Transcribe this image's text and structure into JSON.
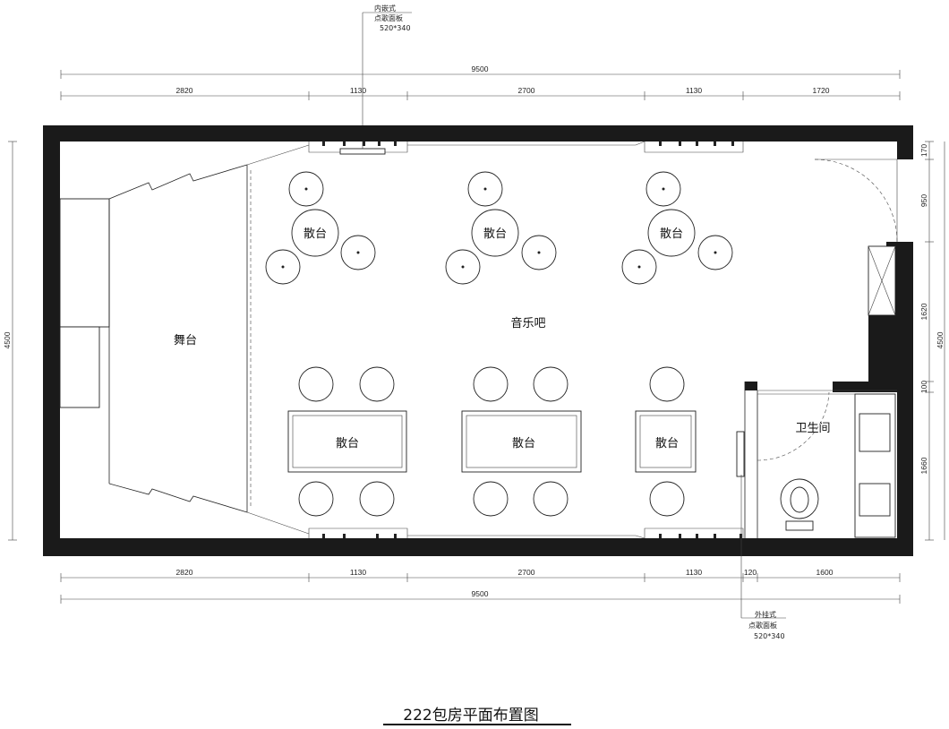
{
  "title": "222包房平面布置图",
  "rooms": {
    "stage": "舞台",
    "music_bar": "音乐吧",
    "restroom": "卫生间"
  },
  "tables": {
    "round_top_left": "散台",
    "round_top_mid": "散台",
    "round_top_right": "散台",
    "rect_bottom_left": "散台",
    "rect_bottom_mid": "散台",
    "rect_bottom_right": "散台"
  },
  "annotations": {
    "embedded_panel": {
      "line1": "内嵌式",
      "line2": "点歌面板",
      "line3": "520*340"
    },
    "wall_panel": {
      "line1": "外挂式",
      "line2": "点歌面板",
      "line3": "520*340"
    }
  },
  "dimensions": {
    "top_total": "9500",
    "top_segments": [
      "2820",
      "1130",
      "2700",
      "1130",
      "1720"
    ],
    "bottom_segments": [
      "2820",
      "1130",
      "2700",
      "1130",
      "120",
      "1600"
    ],
    "bottom_total": "9500",
    "left_total": "4500",
    "right_total": "4500",
    "right_segments": [
      "170",
      "950",
      "1620",
      "100",
      "1660"
    ]
  }
}
